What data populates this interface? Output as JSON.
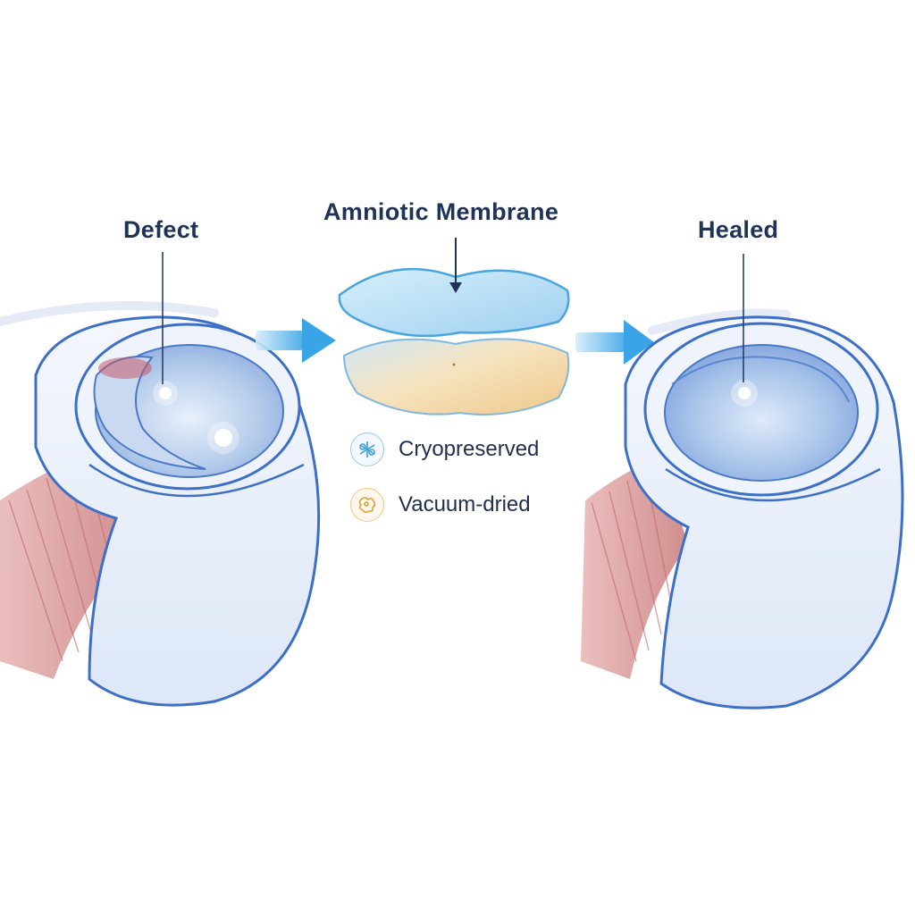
{
  "labels": {
    "defect": "Defect",
    "membrane": "Amniotic Membrane",
    "healed": "Healed"
  },
  "legend": [
    {
      "label": "Cryopreserved",
      "icon": "snowflake-cluster-icon",
      "color": "#3a9fd8"
    },
    {
      "label": "Vacuum-dried",
      "icon": "dried-cluster-icon",
      "color": "#e0a23a"
    }
  ],
  "colors": {
    "label_text": "#1f3358",
    "arrow_blue": "#3aa5e6",
    "membrane_top": "#bfe2f6",
    "membrane_bottom": "#f3d9a6",
    "muscle": "#d98a8a",
    "eye_blue": "#7fa8e0"
  }
}
